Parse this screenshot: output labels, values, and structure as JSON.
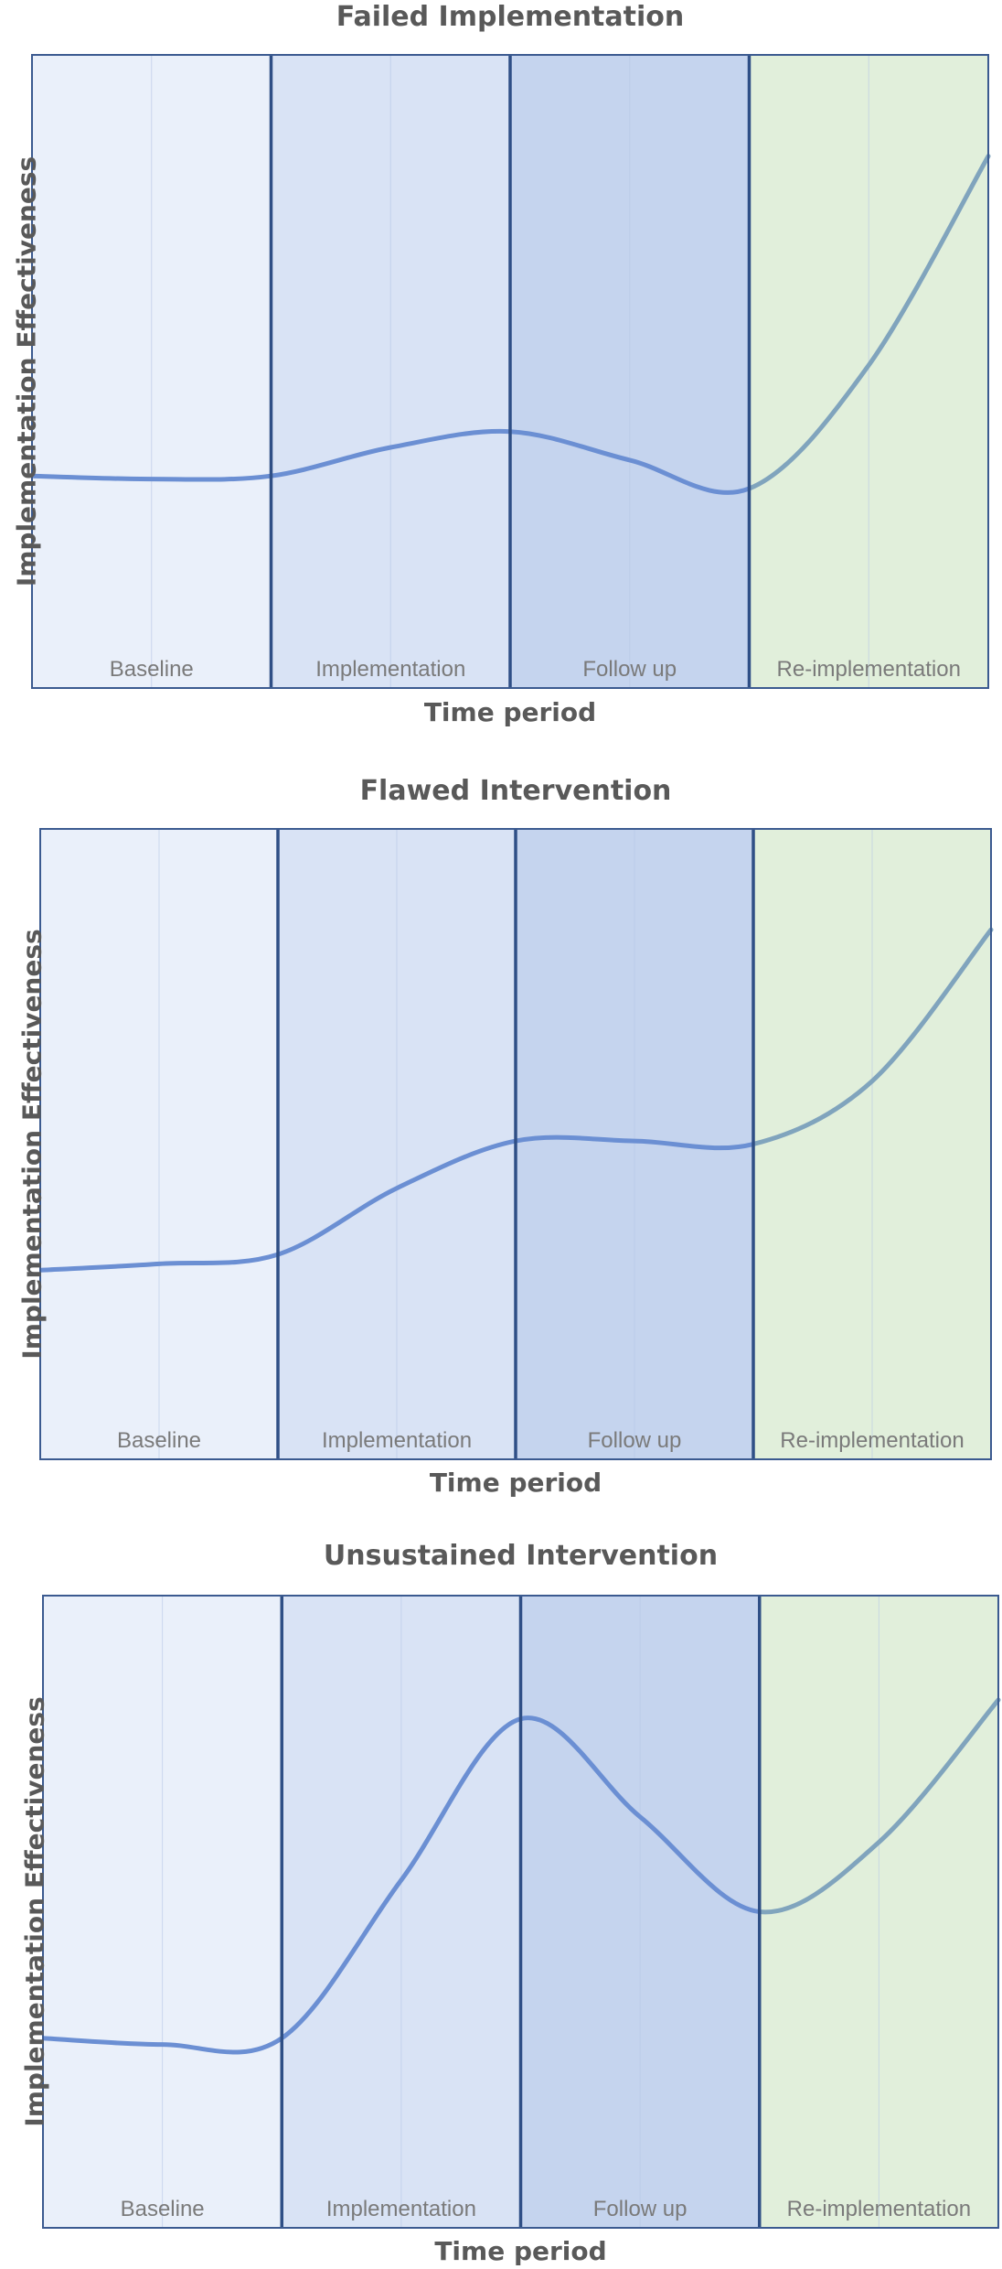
{
  "chart_data": [
    {
      "type": "line",
      "title": "Failed Implementation",
      "xlabel": "Time period",
      "ylabel": "Implementation Effectiveness",
      "phases": [
        "Baseline",
        "Implementation",
        "Follow up",
        "Re-implementation"
      ],
      "ylim": [
        0,
        100
      ],
      "grid": false,
      "x": [
        0,
        0.5,
        1,
        1.5,
        2,
        2.5,
        3,
        3.5,
        4
      ],
      "y": [
        33.5,
        33,
        33.5,
        38,
        40.5,
        36,
        31.5,
        51,
        84
      ]
    },
    {
      "type": "line",
      "title": "Flawed Intervention",
      "xlabel": "Time period",
      "ylabel": "Implementation Effectiveness",
      "phases": [
        "Baseline",
        "Implementation",
        "Follow up",
        "Re-implementation"
      ],
      "ylim": [
        0,
        100
      ],
      "grid": false,
      "x": [
        0,
        0.5,
        1,
        1.5,
        2,
        2.5,
        3,
        3.5,
        4
      ],
      "y": [
        30,
        31,
        32.5,
        43,
        50.5,
        50.5,
        50,
        60,
        84
      ]
    },
    {
      "type": "line",
      "title": "Unsustained Intervention",
      "xlabel": "Time period",
      "ylabel": "Implementation Effectiveness",
      "phases": [
        "Baseline",
        "Implementation",
        "Follow up",
        "Re-implementation"
      ],
      "ylim": [
        0,
        100
      ],
      "grid": false,
      "x": [
        0,
        0.5,
        1,
        1.5,
        2,
        2.5,
        3,
        3.5,
        4
      ],
      "y": [
        30,
        29,
        30,
        55,
        80.5,
        65,
        50,
        61,
        83.5
      ]
    }
  ],
  "colors": {
    "phase_fills": [
      "#eaf0fa",
      "#d9e3f5",
      "#c5d4ee",
      "#e1efdb"
    ],
    "divider": "#2f4f86",
    "border": "#3b5a90",
    "center_line": "#b6c6e6",
    "curve_main": "#6b8fd3",
    "curve_reimplementation": "#80a4bd"
  }
}
